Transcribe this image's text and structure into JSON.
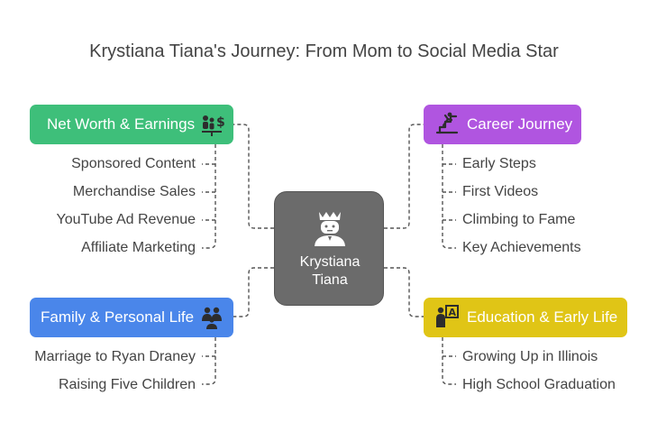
{
  "title": "Krystiana Tiana's Journey: From Mom to Social Media Star",
  "center": {
    "label_line1": "Krystiana",
    "label_line2": "Tiana",
    "icon": "woman-crown-icon"
  },
  "topics": {
    "net_worth": {
      "label": "Net Worth & Earnings",
      "color": "#3ebf7a",
      "icon": "money-people-icon",
      "items": [
        "Sponsored Content",
        "Merchandise Sales",
        "YouTube Ad Revenue",
        "Affiliate Marketing"
      ]
    },
    "career": {
      "label": "Career Journey",
      "color": "#b055e0",
      "icon": "climbing-stairs-icon",
      "items": [
        "Early Steps",
        "First Videos",
        "Climbing to Fame",
        "Key Achievements"
      ]
    },
    "family": {
      "label": "Family & Personal Life",
      "color": "#4a86ea",
      "icon": "family-icon",
      "items": [
        "Marriage to Ryan Draney",
        "Raising Five Children"
      ]
    },
    "education": {
      "label": "Education & Early Life",
      "color": "#e0c516",
      "icon": "student-board-icon",
      "items": [
        "Growing Up in Illinois",
        "High School Graduation"
      ]
    }
  }
}
